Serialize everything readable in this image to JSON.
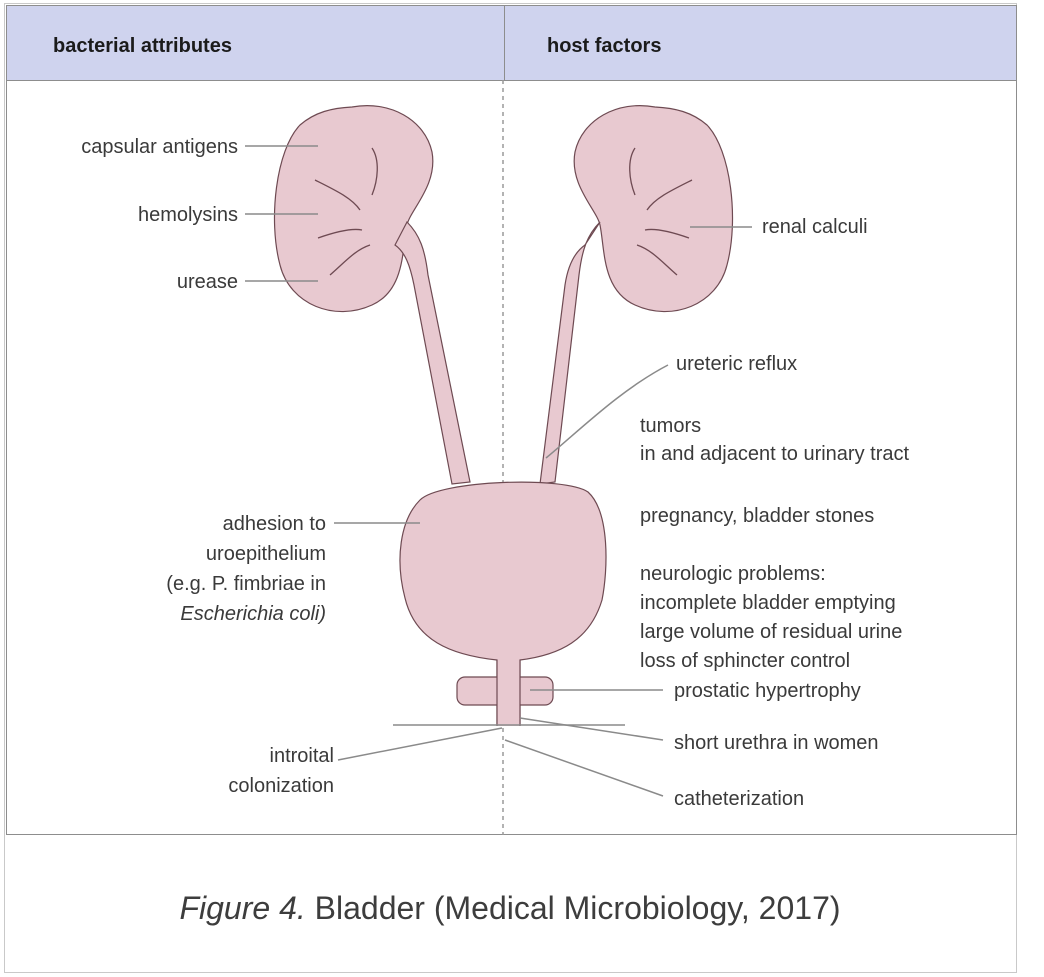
{
  "header": {
    "left_title": "bacterial attributes",
    "right_title": "host factors"
  },
  "labels_left": {
    "capsular_antigens": "capsular antigens",
    "hemolysins": "hemolysins",
    "urease": "urease",
    "adhesion_1": "adhesion to",
    "adhesion_2": "uroepithelium",
    "adhesion_3": "(e.g. P. fimbriae in",
    "adhesion_4": "Escherichia coli)",
    "introital_1": "introital",
    "introital_2": "colonization"
  },
  "labels_right": {
    "renal_calculi": "renal calculi",
    "ureteric_reflux": "ureteric reflux",
    "tumors_1": "tumors",
    "tumors_2": "in and adjacent to urinary tract",
    "pregnancy": "pregnancy, bladder stones",
    "neuro_1": "neurologic problems:",
    "neuro_2": "incomplete bladder emptying",
    "neuro_3": "large volume of residual urine",
    "neuro_4": "loss of sphincter control",
    "prostatic": "prostatic hypertrophy",
    "short_urethra": "short urethra in women",
    "catheterization": "catheterization"
  },
  "caption": {
    "figure": "Figure 4.",
    "text": " Bladder (Medical Microbiology, 2017)"
  },
  "colors": {
    "header_bg": "#cfd3ee",
    "organ_fill": "#e8c9d0",
    "organ_stroke": "#6e4a52",
    "leader_line": "#8a8a8a",
    "text": "#3a3a3a"
  }
}
